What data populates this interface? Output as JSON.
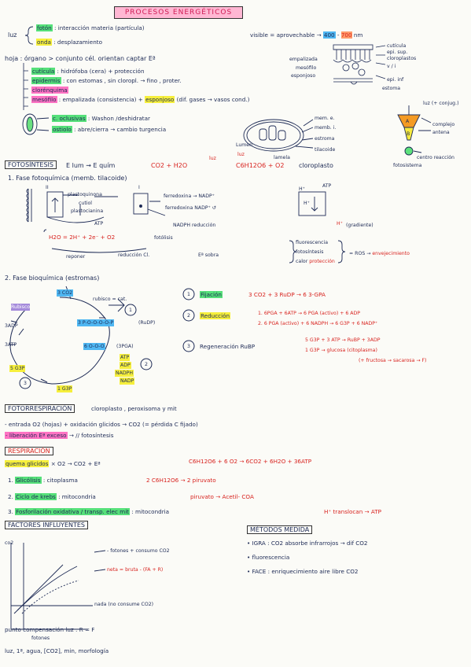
{
  "title": "PROCESOS ENERGÉTICOS",
  "luz": {
    "label": "luz",
    "fotones_hl": "fotón",
    "fotones": ": interacción materia (partícula)",
    "onda_hl": "onda",
    "onda": ": desplazamiento",
    "visible_a": "visible = aprovechable →",
    "visible_b": "400",
    "visible_c": "-",
    "visible_d": "700",
    "visible_e": "nm"
  },
  "hoja": {
    "main": "hoja : órgano > conjunto cél. orientan captar Eª",
    "cuticula_hl": "cutícula",
    "cuticula": ": hidrófoba (cera) + protección",
    "epidermis_hl": "epidermis",
    "epidermis": ": con estomas , sin cloropl. → fino , proter.",
    "clorofila_hl": "clorénquima",
    "mesofilo_hl": "mesófilo",
    "mesofilo": ": empalizada (consistencia) +",
    "esponjoso_hl": "esponjoso",
    "esponjoso": "(dif. gases → vasos cond.)",
    "oclusivas_hl": "c. oclusivas",
    "oclusivas": ": Washon /deshidratar",
    "ostiolo_hl": "ostiolo",
    "ostiolo": ": abre/cierra → cambio turgencia"
  },
  "leaf_labels": {
    "empalizada": "empalizada",
    "mesofilo": "mesófilo",
    "esponjoso": "esponjoso",
    "cuticula": "cutícula",
    "episup": "epi. sup.",
    "cloroplastos": "cloroplastos",
    "vi": "v / i",
    "epiinf": "epi. inf",
    "estoma": "estoma"
  },
  "chloro_labels": {
    "meme": "mem. e.",
    "memi": "memb. i.",
    "estroma": "estroma",
    "tilacoide": "tilacoide",
    "lumen": "Lumen",
    "luz": "luz",
    "lamela": "lamela"
  },
  "fotosistema": {
    "luz": "luz (+ conjug.)",
    "complejo": "complejo",
    "antena": "antena",
    "a": "A",
    "b": "B",
    "centro": "centro reacción",
    "label": "fotosistema"
  },
  "fotosintesis": {
    "header": "FOTOSÍNTESIS",
    "sub": "E lum ⇝ E quím",
    "eq": "CO2 + H2O",
    "luz": "luz",
    "prod": "C6H12O6 + O2",
    "lugar": "cloroplasto"
  },
  "fase1": {
    "title": "1. Fase fotoquímica (memb. tilacoide)",
    "plastoquinona": "plastoquinona",
    "cutiol": "cutiol",
    "plastocianina": "plastocianina",
    "ii": "II",
    "i": "I",
    "ferredoxina": "ferredoxina → NADP⁺",
    "ferredoxina2": "ferredoxina NADP⁺ ↺",
    "nadph": "NADPH reducción",
    "atp": "ATP",
    "hmas": "H⁺",
    "atp2": "ATP",
    "hmas2": "H⁺",
    "h_grad": "H⁺",
    "gradiente": "(gradiente)",
    "h2o": "H2O = 2H⁺ + 2e⁻ + O2",
    "fotolisis": "fotólisis",
    "reponer": "reponer",
    "reduccion": "reducción Cl.",
    "esobra": "Eª sobra",
    "fluorescencia": "fluorescencia",
    "fotosintesis": "fotosíntesis",
    "calor": "calor",
    "proteccion": "protección",
    "ros": "= ROS →",
    "envej": "envejecimiento"
  },
  "fase2": {
    "title": "2. Fase bioquímica (estromas)",
    "co2": "3 CO2",
    "rubisco": "Rubisco",
    "rubisco_cat": "rubisco = cat.",
    "rudp": "3 P-O-O-O-O-P",
    "rudp_lbl": "(RuDP)",
    "gpga": "6 O-O-O",
    "gpga_lbl": "(3PGA)",
    "adp3": "3ADP",
    "atp3": "3ATP",
    "atp6": "ATP",
    "adp6": "ADP",
    "nadph": "NADPH",
    "nadp": "NADP",
    "g3p5": "5 G3P",
    "g3p1": "1 G3P",
    "c1": "1",
    "c2": "2",
    "c3": "3",
    "fij_num": "1",
    "fij": "Fijación",
    "fij_eq": "3 CO2 + 3 RuDP → 6 3-GPA",
    "red_num": "2",
    "red": "Reducción",
    "red_eq1": "1. 6PGA + 6ATP → 6 PGA (activo) + 6 ADP",
    "red_eq2": "2. 6 PGA (activo) + 6 NADPH → 6 G3P + 6 NADP⁺",
    "reg_num": "3",
    "reg": "Regeneración RuBP",
    "reg_eq1": "5 G3P + 3 ATP → RuBP + 3ADP",
    "reg_eq2": "1 G3P → glucosa (citoplasma)",
    "reg_eq3": "(+ fructosa → sacarosa → F)"
  },
  "fotorresp": {
    "header": "FOTORRESPIRACIÓN",
    "lugar": "cloroplasto , peroxisoma y mit",
    "l1": "- entrada O2 (hojas) + oxidación glicidos → CO2 (= pérdida C fijado)",
    "l2_hl": "- liberación Eª exceso",
    "l2": "→ // fotosíntesis"
  },
  "respiracion": {
    "header": "RESPIRACIÓN",
    "quema_hl": "quema glicidos",
    "quema": "× O2 → CO2 + Eª",
    "eq": "C6H12O6 + 6 O2 → 6CO2 + 6H2O + 36ATP",
    "g_num": "1.",
    "g_hl": "Glicólisis",
    "g": ": citoplasma",
    "g_eq": "2 C6H12O6 → 2 piruvato",
    "k_num": "2.",
    "k_hl": "Ciclo de krebs",
    "k": ": mitocondria",
    "k_eq": "piruvato → Acetil- COA",
    "f_num": "3.",
    "f_hl": "Fosforilación oxidativa / transp. elec mit",
    "f": ": mitocondria",
    "f_eq": "H⁺ translocan → ATP"
  },
  "factores": {
    "header": "FACTORES INFLUYENTES",
    "co2": "co2",
    "fotones_consumo": "- fotones + consumo CO2",
    "neta": "neta = bruta - (FA + R)",
    "nonono": "nada (no consume CO2)",
    "fotones": "fotones",
    "punto": "punto compensación luz : R = F",
    "lista": "luz, 1ª, agua, [CO2], min, morfología"
  },
  "metodos": {
    "header": "MÉTODOS MEDIDA",
    "irga": "• IGRA : CO2 absorbe infrarrojos → dif CO2",
    "fluor": "• fluorescencia",
    "face": "• FACE : enriquecimiento aire libre CO2"
  }
}
